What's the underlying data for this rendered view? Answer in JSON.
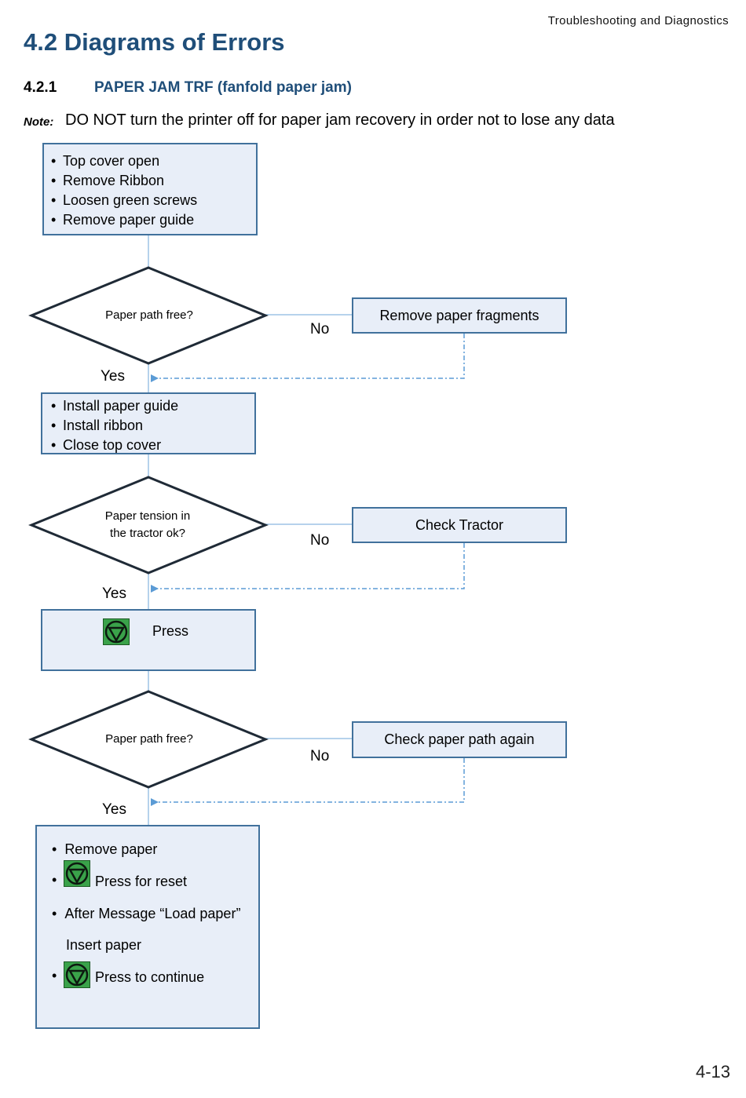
{
  "header": {
    "running_title": "Troubleshooting and Diagnostics"
  },
  "page": {
    "title": "4.2 Diagrams of Errors",
    "section_number": "4.2.1",
    "section_title": "PAPER JAM TRF (fanfold paper jam)",
    "note_label": "Note:",
    "note_text": "DO NOT turn the printer off for paper jam recovery in order not to lose any data",
    "page_number": "4-13"
  },
  "flowchart": {
    "step1": [
      "Top cover open",
      "Remove Ribbon",
      "Loosen green screws",
      "Remove paper guide"
    ],
    "decision1": {
      "line1": "Paper path free?",
      "line2": "",
      "no_action": "Remove paper fragments"
    },
    "step2": [
      "Install paper guide",
      "Install ribbon",
      "Close top cover"
    ],
    "decision2": {
      "line1": "Paper tension in",
      "line2": "the tractor ok?",
      "no_action": "Check Tractor"
    },
    "step3": {
      "label": "Press",
      "icon": "stop-button-icon"
    },
    "decision3": {
      "line1": "Paper path free?",
      "line2": "",
      "no_action": "Check paper path again"
    },
    "step4": {
      "item1": "Remove paper",
      "item2": "Press for reset",
      "item3": "After Message “Load paper”",
      "item3b": "Insert paper",
      "item4": "Press to continue"
    },
    "yes_label": "Yes",
    "no_label": "No",
    "bullet": "•"
  },
  "colors": {
    "title": "#1f4e79",
    "box_fill": "#e8eef8",
    "box_border": "#41719c",
    "connector": "#5b9bd5",
    "diamond_stroke": "#1f2a36",
    "icon_green": "#3aa24a"
  }
}
